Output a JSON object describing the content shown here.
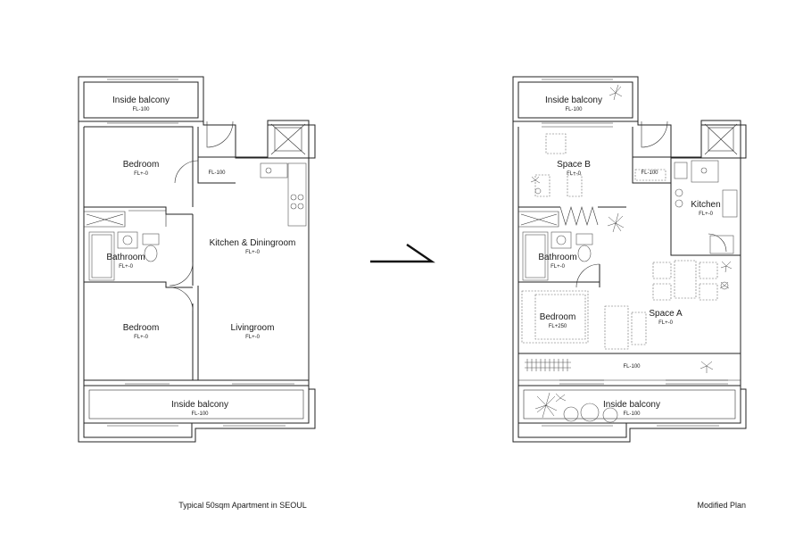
{
  "left_plan": {
    "caption": "Typical 50sqm Apartment in SEOUL",
    "rooms": [
      {
        "id": "balcony-top",
        "name": "Inside balcony",
        "level": "FL-100"
      },
      {
        "id": "bedroom-1",
        "name": "Bedroom",
        "level": "FL+-0"
      },
      {
        "id": "corridor",
        "name": "",
        "level": "FL-100"
      },
      {
        "id": "kitchen-dining",
        "name": "Kitchen & Diningroom",
        "level": "FL+-0"
      },
      {
        "id": "bathroom",
        "name": "Bathroom",
        "level": "FL+-0"
      },
      {
        "id": "bedroom-2",
        "name": "Bedroom",
        "level": "FL+-0"
      },
      {
        "id": "livingroom",
        "name": "Livingroom",
        "level": "FL+-0"
      },
      {
        "id": "balcony-bottom",
        "name": "Inside balcony",
        "level": "FL-100"
      }
    ]
  },
  "right_plan": {
    "caption": "Modified Plan",
    "rooms": [
      {
        "id": "balcony-top",
        "name": "Inside balcony",
        "level": "FL-100"
      },
      {
        "id": "space-b",
        "name": "Space B",
        "level": "FL+-0"
      },
      {
        "id": "corridor",
        "name": "",
        "level": "FL-100"
      },
      {
        "id": "kitchen",
        "name": "Kitchen",
        "level": "FL+-0"
      },
      {
        "id": "bathroom",
        "name": "Bathroom",
        "level": "FL+-0"
      },
      {
        "id": "bedroom",
        "name": "Bedroom",
        "level": "FL+250"
      },
      {
        "id": "space-a",
        "name": "Space A",
        "level": "FL+-0"
      },
      {
        "id": "strip",
        "name": "",
        "level": "FL-100"
      },
      {
        "id": "balcony-bottom",
        "name": "Inside balcony",
        "level": "FL-100"
      }
    ]
  },
  "arrow": {
    "icon": "transform-arrow-icon"
  }
}
